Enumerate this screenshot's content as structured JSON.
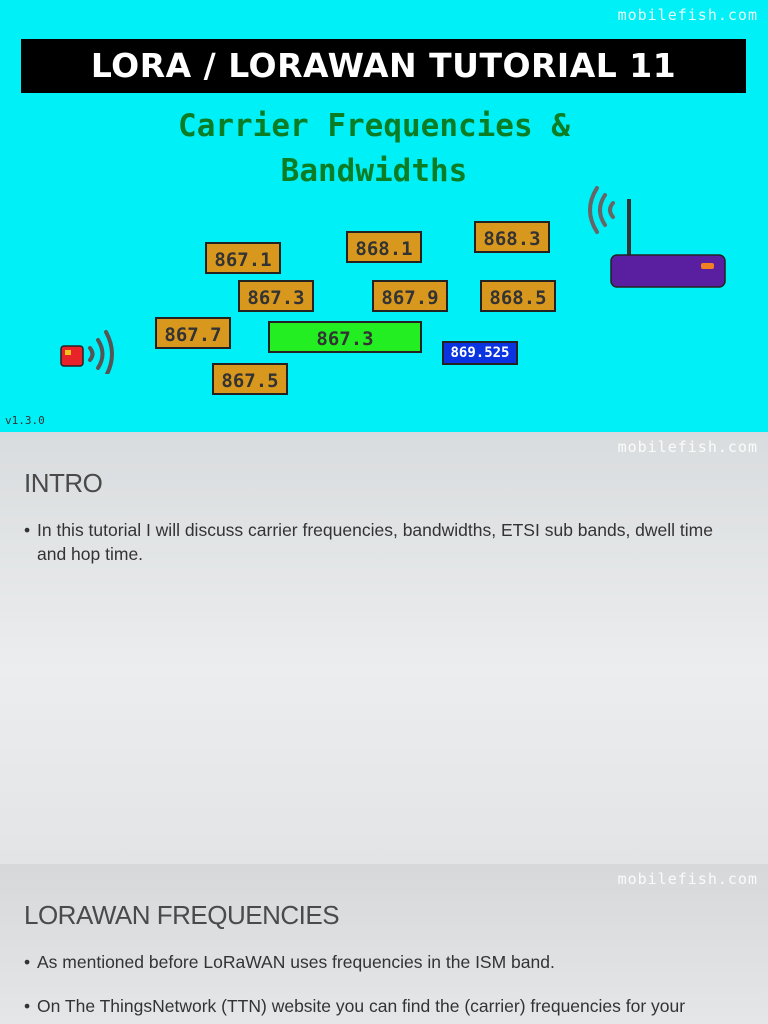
{
  "slide1": {
    "watermark": "mobilefish.com",
    "title": "LORA / LORAWAN TUTORIAL 11",
    "subtitle_line1": "Carrier Frequencies &",
    "subtitle_line2": "Bandwidths",
    "frequencies": {
      "f1": "867.1",
      "f2": "868.1",
      "f3": "868.3",
      "f4": "867.3",
      "f5": "867.9",
      "f6": "868.5",
      "f7": "867.7",
      "f8": "867.3",
      "f9": "869.525",
      "f10": "867.5"
    },
    "version": "v1.3.0",
    "colors": {
      "background": "#00f0f8",
      "title_bg": "#000000",
      "subtitle": "#0b7d25",
      "freq_box": "#d8981e",
      "freq_highlight": "#22ee22",
      "freq_blue": "#0a34e0",
      "gateway": "#5a1fa0",
      "node": "#e8242a"
    },
    "icons": [
      "end-node-icon",
      "signal-waves-icon",
      "gateway-icon"
    ]
  },
  "slide2": {
    "watermark": "mobilefish.com",
    "heading": "INTRO",
    "bullet_char": "•",
    "bullets": [
      "In this tutorial I will discuss carrier frequencies, bandwidths, ETSI sub bands, dwell time and hop time."
    ]
  },
  "slide3": {
    "watermark": "mobilefish.com",
    "heading": "LORAWAN FREQUENCIES",
    "bullet_char": "•",
    "bullets": [
      "As mentioned before LoRaWAN uses frequencies in the ISM band.",
      "On The ThingsNetwork (TTN) website you can find the (carrier) frequencies for your"
    ]
  }
}
